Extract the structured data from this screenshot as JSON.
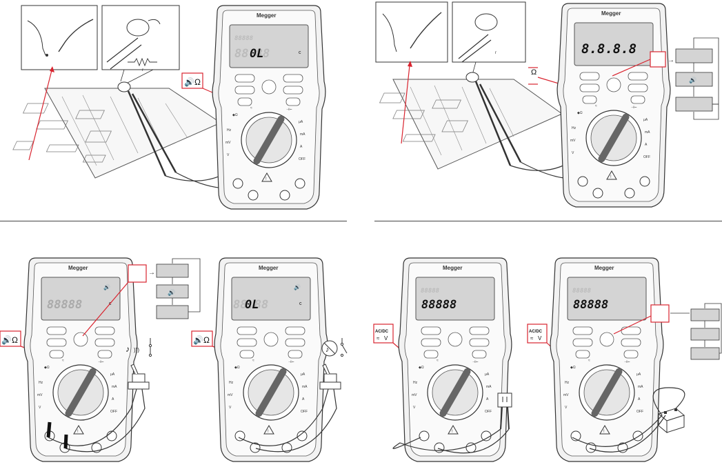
{
  "brand": "Megger",
  "colors": {
    "callout_red": "#d9232e",
    "meter_body": "#f2f2f2",
    "lcd": "#d4d4d4",
    "pcb": "#f7f7f7"
  },
  "panels": {
    "top_left": {
      "display": "0L",
      "unit": "c",
      "mode_icon": "continuity-ohm-icon",
      "schematic_symbol": "r"
    },
    "top_right": {
      "display": "8.8.8.8",
      "mode_icon": "ohm-icon",
      "schematic_symbol": "r"
    },
    "bottom_left_a": {
      "display": "88888",
      "unit": "c",
      "mode_icon": "continuity-ohm-icon",
      "schematic_symbol": "♪"
    },
    "bottom_left_b": {
      "display": "0L",
      "unit": "c",
      "mode_icon": "continuity-ohm-icon",
      "schematic_symbol": "♪"
    },
    "bottom_right_a": {
      "display": "88888",
      "mode_icon": "ac-dc-volt-icon"
    },
    "bottom_right_b": {
      "display": "88888",
      "mode_icon": "ac-dc-volt-icon"
    }
  },
  "mode_labels": {
    "continuity": "Ω",
    "volt_ac_dc": "AC/DC",
    "volt": "V"
  },
  "flow_steps": 3
}
